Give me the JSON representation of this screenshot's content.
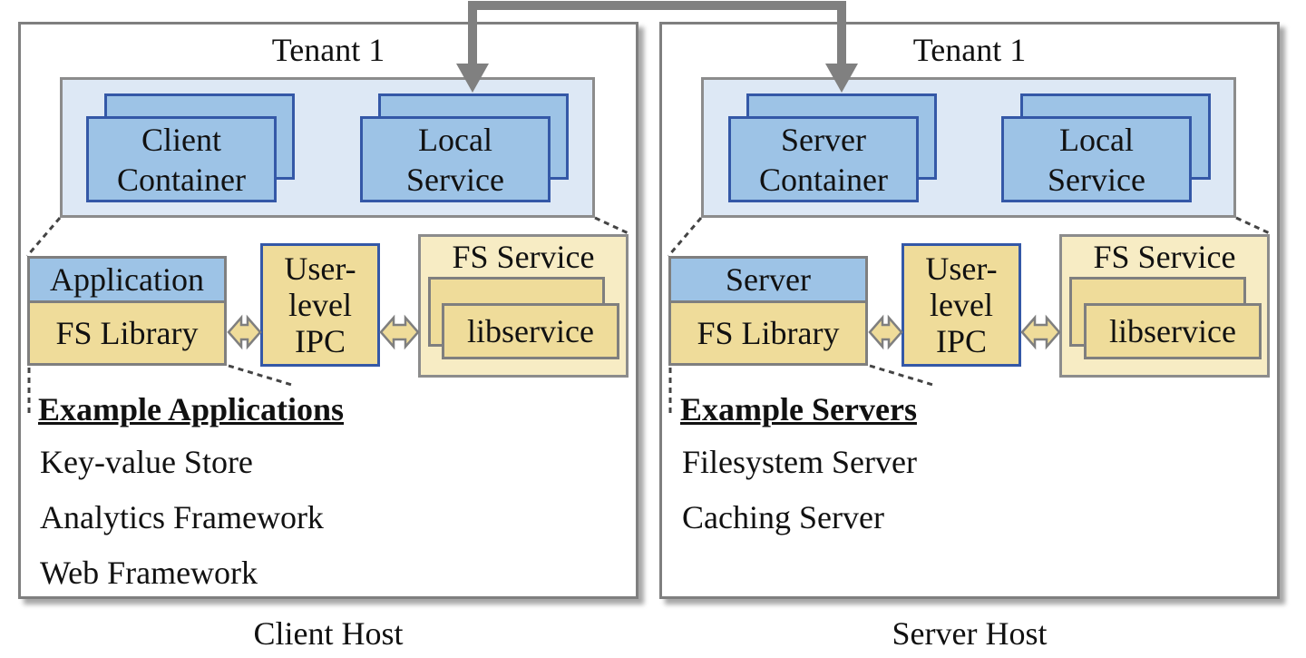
{
  "client_host": {
    "caption": "Client Host",
    "tenant_title": "Tenant 1",
    "container_1": {
      "line1": "Client",
      "line2": "Container"
    },
    "container_2": {
      "line1": "Local",
      "line2": "Service"
    },
    "app_label": "Application",
    "fs_library": "FS Library",
    "ipc": {
      "line1": "User-",
      "line2": "level",
      "line3": "IPC"
    },
    "fs_service": "FS Service",
    "libservice": "libservice",
    "examples_heading": "Example Applications",
    "examples": [
      "Key-value Store",
      "Analytics Framework",
      "Web Framework"
    ]
  },
  "server_host": {
    "caption": "Server Host",
    "tenant_title": "Tenant 1",
    "container_1": {
      "line1": "Server",
      "line2": "Container"
    },
    "container_2": {
      "line1": "Local",
      "line2": "Service"
    },
    "app_label": "Server",
    "fs_library": "FS Library",
    "ipc": {
      "line1": "User-",
      "line2": "level",
      "line3": "IPC"
    },
    "fs_service": "FS Service",
    "libservice": "libservice",
    "examples_heading": "Example Servers",
    "examples": [
      "Filesystem Server",
      "Caching Server"
    ]
  },
  "colors": {
    "container_fill": "#9dc3e6",
    "container_border": "#3458a7",
    "tenant_fill": "#dde8f5",
    "library_fill": "#efdc9a",
    "service_fill": "#f7ecc4",
    "connector": "#808080"
  }
}
